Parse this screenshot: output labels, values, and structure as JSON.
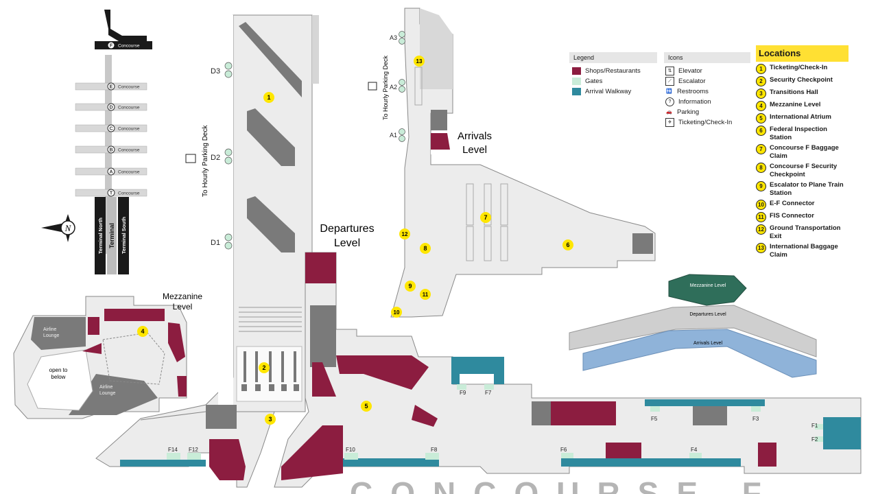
{
  "colors": {
    "shops": "#8c1d40",
    "gates": "#c9ecd8",
    "walkway": "#2f8a9e",
    "building": "#ececec",
    "dark": "#7a7a7a",
    "marker": "#ffe600",
    "outline": "#555555"
  },
  "legend": {
    "title": "Legend",
    "items": [
      {
        "label": "Shops/Restaurants",
        "color": "#8c1d40"
      },
      {
        "label": "Gates",
        "color": "#c9ecd8"
      },
      {
        "label": "Arrival Walkway",
        "color": "#2f8a9e"
      }
    ]
  },
  "icons_panel": {
    "title": "Icons",
    "items": [
      {
        "label": "Elevator",
        "icon": "elevator-icon"
      },
      {
        "label": "Escalator",
        "icon": "escalator-icon"
      },
      {
        "label": "Restrooms",
        "icon": "restroom-icon"
      },
      {
        "label": "Information",
        "icon": "information-icon"
      },
      {
        "label": "Parking",
        "icon": "parking-icon"
      },
      {
        "label": "Ticketing/Check-In",
        "icon": "ticketing-icon"
      }
    ]
  },
  "locations": {
    "title": "Locations",
    "items": [
      {
        "num": "1",
        "label": "Ticketing/Check-In"
      },
      {
        "num": "2",
        "label": "Security Checkpoint"
      },
      {
        "num": "3",
        "label": "Transitions Hall"
      },
      {
        "num": "4",
        "label": "Mezzanine Level"
      },
      {
        "num": "5",
        "label": "International Atrium"
      },
      {
        "num": "6",
        "label": "Federal Inspection Station"
      },
      {
        "num": "7",
        "label": "Concourse F Baggage Claim"
      },
      {
        "num": "8",
        "label": "Concourse F Security Checkpoint"
      },
      {
        "num": "9",
        "label": "Escalator to Plane Train Station"
      },
      {
        "num": "10",
        "label": "E-F Connector"
      },
      {
        "num": "11",
        "label": "FIS Connector"
      },
      {
        "num": "12",
        "label": "Ground Transportation Exit"
      },
      {
        "num": "13",
        "label": "International Baggage Claim"
      }
    ]
  },
  "minimap": {
    "concourses": [
      "F",
      "E",
      "D",
      "C",
      "B",
      "A",
      "T"
    ],
    "word": "Concourse",
    "terminal": "Terminal",
    "terminal_north": "Terminal North",
    "terminal_south": "Terminal South",
    "compass": "N"
  },
  "levels": {
    "departures_1": "Departures",
    "departures_2": "Level",
    "arrivals_1": "Arrivals",
    "arrivals_2": "Level",
    "mezzanine_1": "Mezzanine",
    "mezzanine_2": "Level"
  },
  "iso": {
    "mezzanine": "Mezzanine Level",
    "departures": "Departures Level",
    "arrivals": "Arrivals Level"
  },
  "parking_text": "To Hourly Parking Deck",
  "mezz_text": {
    "lounge": "Airline Lounge",
    "airline": "Airline",
    "lounge_word": "Lounge",
    "open1": "open to",
    "open2": "below"
  },
  "gates": {
    "d3": "D3",
    "d2": "D2",
    "d1": "D1",
    "a3": "A3",
    "a2": "A2",
    "a1": "A1",
    "f1": "F1",
    "f2": "F2",
    "f3": "F3",
    "f4": "F4",
    "f5": "F5",
    "f6": "F6",
    "f7": "F7",
    "f8": "F8",
    "f9": "F9",
    "f10": "F10",
    "f12": "F12",
    "f14": "F14"
  },
  "markers": {
    "m1": "1",
    "m2": "2",
    "m3": "3",
    "m4": "4",
    "m5": "5",
    "m6": "6",
    "m7": "7",
    "m8": "8",
    "m9": "9",
    "m10": "10",
    "m11": "11",
    "m12": "12",
    "m13": "13"
  },
  "big_title": "CONCOURSE F"
}
